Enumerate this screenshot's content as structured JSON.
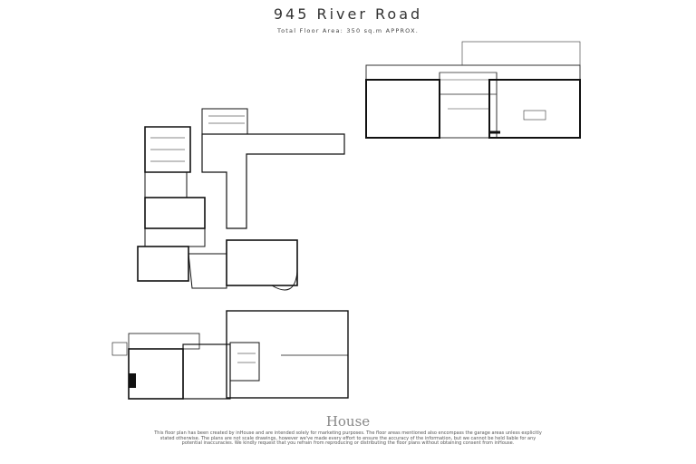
{
  "header": {
    "title": "945 River Road",
    "subtitle": "Total Floor Area: 350 sq.m APPROX."
  },
  "brand": {
    "logo_text": "House"
  },
  "disclaimer": "This floor plan has been created by inHouse and are intended solely for marketing purposes. The floor areas mentioned also encompass the garage areas unless explicitly stated otherwise. The plans are not scale drawings, however we've made every effort to ensure the accuracy of the information, but we cannot be held liable for any potential inaccuracies. We kindly request that you refrain from reproducing or distributing the floor plans without obtaining consent from inHouse.",
  "colors": {
    "wall": "#111111",
    "outline": "#333333",
    "fill": "#ffffff"
  }
}
